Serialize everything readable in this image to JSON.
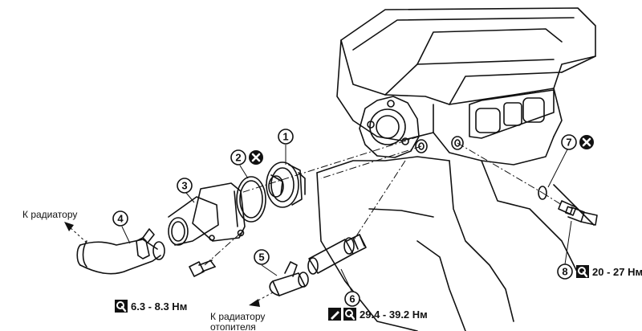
{
  "callouts": [
    {
      "number": "1"
    },
    {
      "number": "2"
    },
    {
      "number": "3"
    },
    {
      "number": "4"
    },
    {
      "number": "5"
    },
    {
      "number": "6"
    },
    {
      "number": "7"
    },
    {
      "number": "8"
    }
  ],
  "labels": {
    "to_radiator": "К радиатору",
    "to_heater_line1": "К радиатору",
    "to_heater_line2": "отопителя"
  },
  "torques": {
    "bolt": "6.3 - 8.3 Нм",
    "water_pipe": "29.4 - 39.2 Нм",
    "sensor": "20 - 27 Нм"
  },
  "icons": {
    "do_not_reuse": "x-circle-icon",
    "torque": "torque-wrench-icon",
    "sealant": "sealant-icon"
  }
}
